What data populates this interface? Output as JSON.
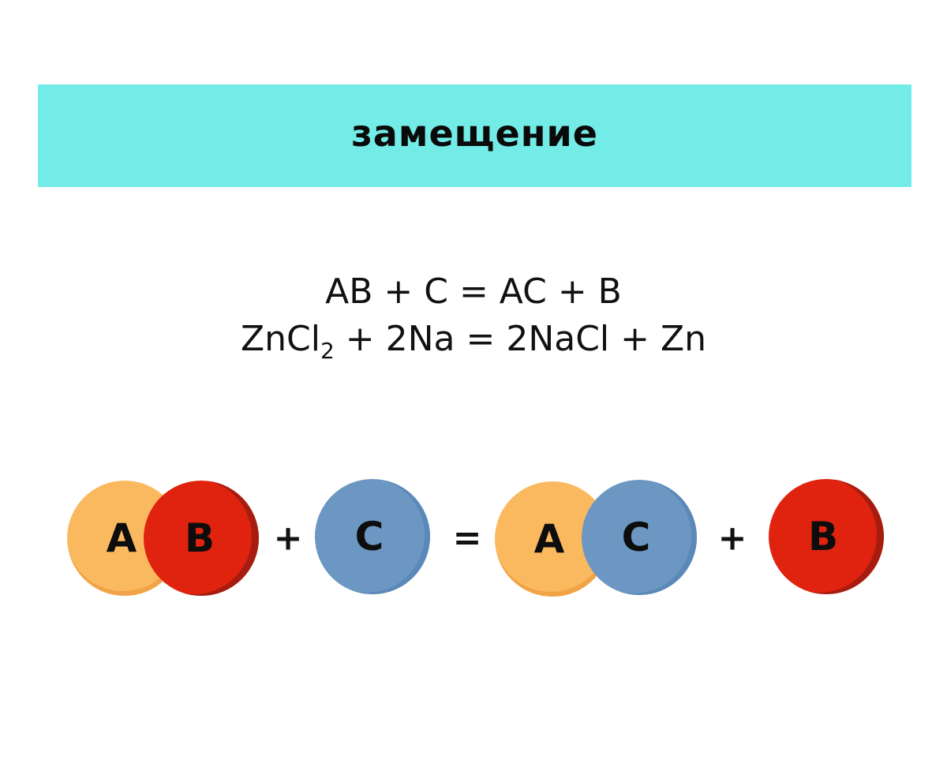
{
  "header": {
    "title": "замещение",
    "background_color": "#73ebe6"
  },
  "equations": {
    "general": {
      "text": "AB + C = AC + B"
    },
    "example": {
      "part1": "ZnCl",
      "subscript": "2",
      "part2": " + 2Na = 2NaCl + Zn"
    }
  },
  "diagram": {
    "reactants": {
      "molecule": {
        "atom1": "A",
        "atom2": "B"
      },
      "plus": "+",
      "single": "C"
    },
    "equals": "=",
    "products": {
      "molecule": {
        "atom1": "A",
        "atom2": "C"
      },
      "plus": "+",
      "single": "B"
    },
    "colors": {
      "A": "#fbb95f",
      "B": "#e0230e",
      "C": "#6b97c2"
    }
  }
}
